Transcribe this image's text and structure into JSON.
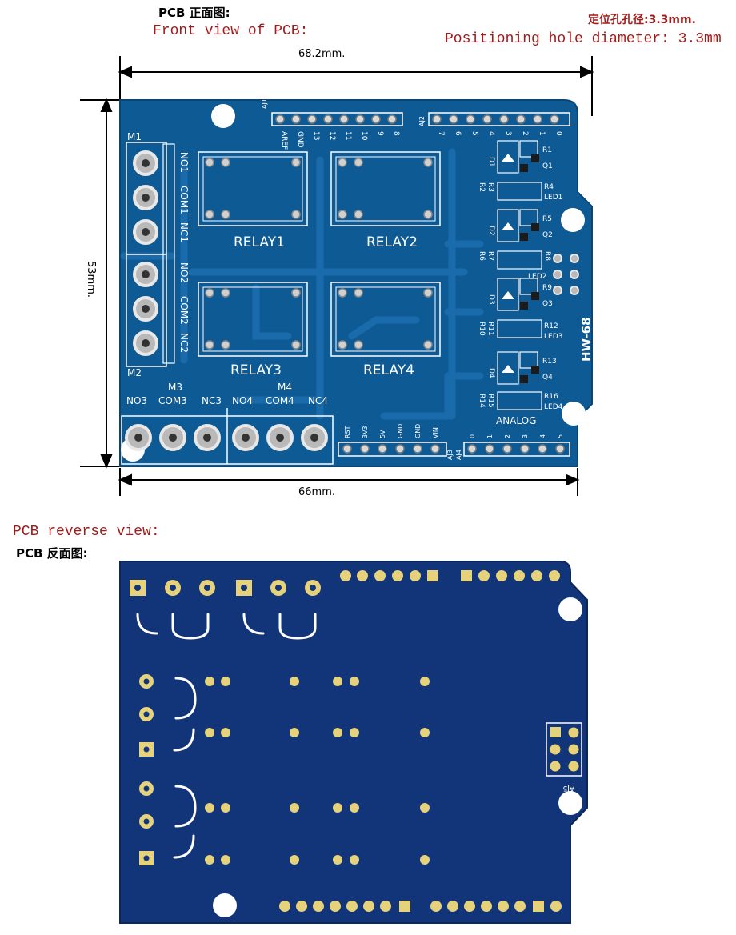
{
  "front": {
    "title_zh": "PCB 正面图:",
    "title_en": "Front view of PCB:",
    "hole_zh": "定位孔孔径:3.3mm.",
    "hole_en": "Positioning hole diameter: 3.3mm",
    "dim_width_top": "68.2mm.",
    "dim_height": "53mm.",
    "dim_width_bottom": "66mm.",
    "board_label": "HW-68",
    "relays": [
      "RELAY1",
      "RELAY2",
      "RELAY3",
      "RELAY4"
    ],
    "left_terminals": [
      "NO1",
      "COM1",
      "NC1",
      "NO2",
      "COM2",
      "NC2"
    ],
    "bottom_terminals": [
      "NO3",
      "COM3",
      "NC3",
      "NO4",
      "COM4",
      "NC4"
    ],
    "module_labels": [
      "M1",
      "M2",
      "M3",
      "M4"
    ],
    "header_top_left_pins": [
      "AREF",
      "GND",
      "13",
      "12",
      "11",
      "10",
      "9",
      "8"
    ],
    "header_top_right_pins": [
      "7",
      "6",
      "5",
      "4",
      "3",
      "2",
      "1",
      "0"
    ],
    "header_names": [
      "AJ1",
      "AJ2",
      "AJ3",
      "AJ4"
    ],
    "power_pins": [
      "RST",
      "3V3",
      "5V",
      "GND",
      "GND",
      "VIN"
    ],
    "analog_pins": [
      "0",
      "1",
      "2",
      "3",
      "4",
      "5"
    ],
    "analog_label": "ANALOG",
    "component_labels": [
      "R1",
      "Q1",
      "D1",
      "R2",
      "R3",
      "R4",
      "LED1",
      "R5",
      "Q2",
      "D2",
      "R6",
      "R7",
      "R8",
      "LED2",
      "R9",
      "Q3",
      "D3",
      "R10",
      "R11",
      "R12",
      "LED3",
      "R13",
      "Q4",
      "D4",
      "R14",
      "R15",
      "R16",
      "LED4"
    ]
  },
  "reverse": {
    "title_en": "PCB reverse view:",
    "title_zh": "PCB 反面图:",
    "header_label": "AJ5"
  },
  "colors": {
    "pcb_front": "#0e5a94",
    "pcb_back": "#12357a",
    "trace_front": "#1a6bab",
    "silkscreen": "#ffffff",
    "pad_gold": "#e6d27a",
    "dimension_line": "#000000",
    "red_text": "#a31a1a"
  }
}
